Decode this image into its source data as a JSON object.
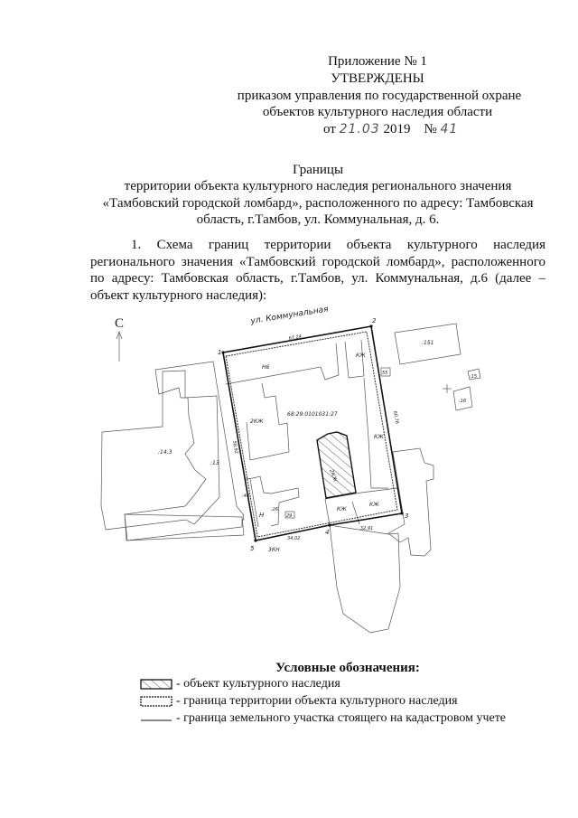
{
  "header": {
    "appendix": "Приложение № 1",
    "approved": "УТВЕРЖДЕНЫ",
    "order_line1": "приказом управления по государственной охране",
    "order_line2": "объектов культурного наследия области",
    "date_prefix": "от",
    "date_handwritten": "21.03",
    "year": "2019",
    "number_prefix": "№",
    "number_handwritten": "41"
  },
  "title": {
    "line1": "Границы",
    "line2": "территории объекта культурного наследия  регионального значения",
    "line3": "«Тамбовский городской ломбард», расположенного по адресу: Тамбовская",
    "line4": "область,  г.Тамбов, ул. Коммунальная, д. 6."
  },
  "paragraph": {
    "line1": "1. Схема границ территории объекта культурного наследия",
    "line2": "регионального значения «Тамбовский городской ломбард», расположенного",
    "line3": "по адресу: Тамбовская область, г.Тамбов, ул. Коммунальная, д.6 (далее –",
    "line4": "объект культурного наследия):"
  },
  "map": {
    "north": "С",
    "street": "ул. Коммунальная",
    "cadastral_number": "68:29:0101031:27",
    "points": [
      "1",
      "2",
      "3",
      "4",
      "5"
    ],
    "dimensions": [
      "67,24",
      "60,76",
      "32,91",
      "34,02",
      "58,92"
    ],
    "labels": {
      "n6": "Н6",
      "k2": "2КЖ",
      "kzh1": "КЖ",
      "kzh2": "КЖ",
      "kzh3": "КЖ",
      "kzh4": "КЖ",
      "obj": "2КЖ",
      "h": "Н",
      "l143": ":14,3",
      "l13": ":13",
      "l151": ":151",
      "l15": ":15",
      "l16": ":16",
      "l55": "55",
      "l26": ":26",
      "l29": "29",
      "l48": ":48",
      "kn3": "3КН"
    }
  },
  "legend": {
    "title": "Условные обозначения:",
    "items": [
      "- объект культурного наследия",
      "- граница территории объекта культурного наследия",
      "- граница земельного участка стоящего на кадастровом учете"
    ]
  }
}
